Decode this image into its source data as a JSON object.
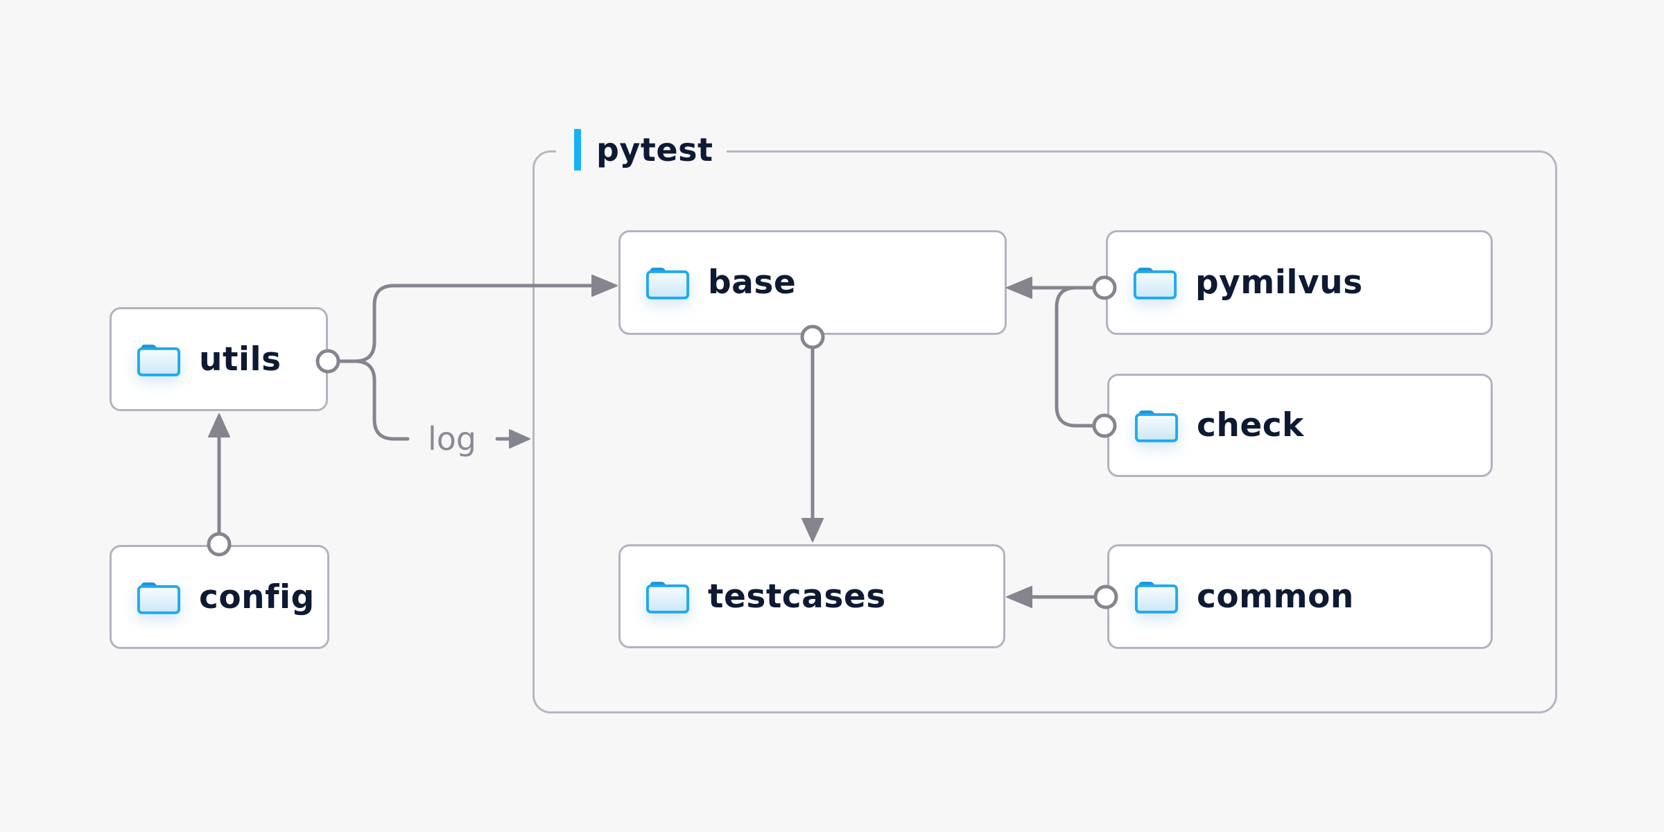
{
  "diagram": {
    "group": {
      "label": "pytest"
    },
    "nodes": {
      "utils": {
        "label": "utils",
        "icon": "folder-icon"
      },
      "config": {
        "label": "config",
        "icon": "folder-icon"
      },
      "base": {
        "label": "base",
        "icon": "folder-icon"
      },
      "pymilvus": {
        "label": "pymilvus",
        "icon": "folder-icon"
      },
      "check": {
        "label": "check",
        "icon": "folder-icon"
      },
      "testcases": {
        "label": "testcases",
        "icon": "folder-icon"
      },
      "common": {
        "label": "common",
        "icon": "folder-icon"
      }
    },
    "edges": [
      {
        "from": "config",
        "to": "utils"
      },
      {
        "from": "utils",
        "to": "base"
      },
      {
        "from": "utils",
        "to": "pytest-group",
        "label": "log"
      },
      {
        "from": "base",
        "to": "testcases"
      },
      {
        "from": "pymilvus",
        "to": "base"
      },
      {
        "from": "check",
        "to": "base"
      },
      {
        "from": "common",
        "to": "testcases"
      }
    ],
    "colors": {
      "background": "#f7f7f8",
      "node_fill": "#ffffff",
      "node_border": "#b3b3bf",
      "group_border": "#b6b6c2",
      "connector": "#85858f",
      "accent": "#16b2f5",
      "label_text": "#0e1a33",
      "edge_label_text": "#8a8a96",
      "folder_outline": "#1fa9ee",
      "folder_tab": "#1a95da"
    }
  }
}
